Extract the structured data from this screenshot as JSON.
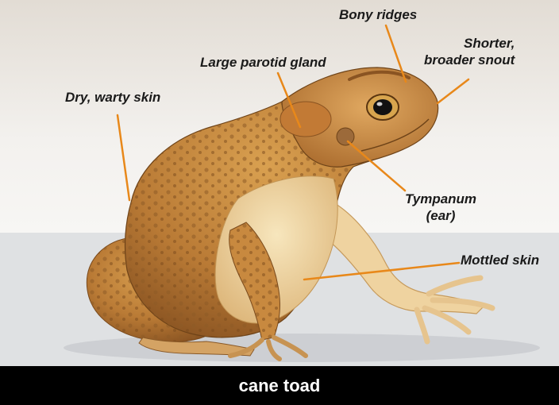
{
  "diagram": {
    "caption": "cane toad",
    "labels": {
      "bony_ridges": "Bony ridges",
      "snout_line1": "Shorter,",
      "snout_line2": "broader snout",
      "parotid_gland": "Large parotid gland",
      "warty_skin": "Dry, warty skin",
      "tympanum_line1": "Tympanum",
      "tympanum_line2": "(ear)",
      "mottled_skin": "Mottled skin"
    },
    "colors": {
      "leader_line": "#e8881a",
      "caption_bar": "#000000",
      "caption_text": "#ffffff",
      "ground": "#dfe1e3",
      "background_top": "#ece9e4",
      "toad_body": "#c98a3c",
      "toad_belly": "#f0d8a0"
    }
  }
}
